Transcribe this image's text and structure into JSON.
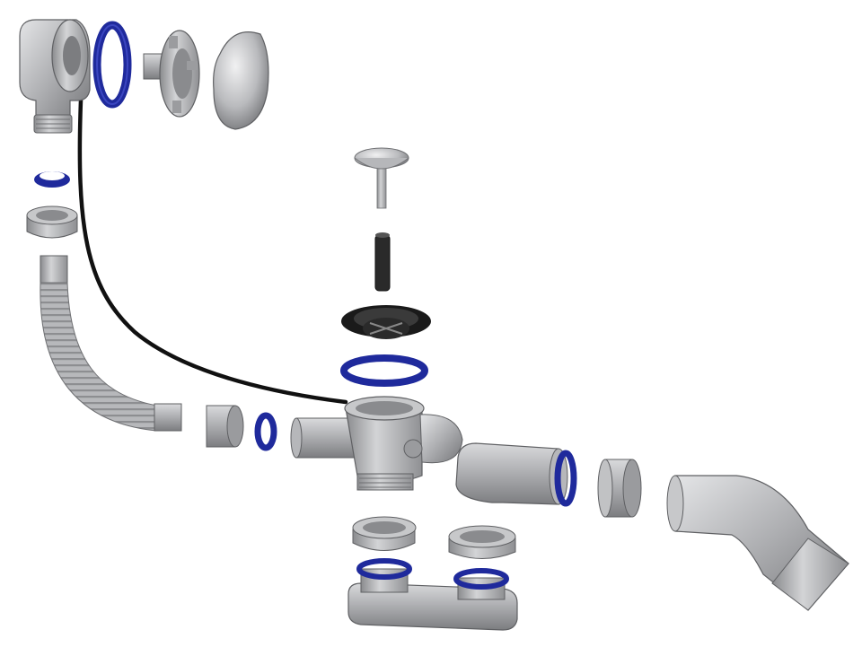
{
  "diagram": {
    "kind": "exploded-assembly",
    "background": "#ffffff",
    "colors": {
      "metal": "#a9aaad",
      "metal_light": "#d6d7d9",
      "metal_dark": "#6f7073",
      "seal_blue": "#1f2a9c",
      "seal_black": "#1a1a1a",
      "cable": "#111111"
    },
    "parts": [
      "overflow-elbow",
      "overflow-seal-ring",
      "overflow-rotor",
      "overflow-cover-cap",
      "elbow-small-seal",
      "elbow-union-nut",
      "corrugated-hose",
      "bowden-cable",
      "hose-union-nut",
      "hose-seal-ring",
      "pop-up-plug",
      "plug-guide-sleeve",
      "drain-flange-grate",
      "drain-flange-seal",
      "drain-valve-body",
      "outlet-elbow",
      "outlet-seal-ring",
      "outlet-union-nut",
      "outlet-bend-pipe",
      "trap-nut-left",
      "trap-nut-right",
      "trap-seal-left",
      "trap-seal-right",
      "flat-trap-base"
    ]
  }
}
